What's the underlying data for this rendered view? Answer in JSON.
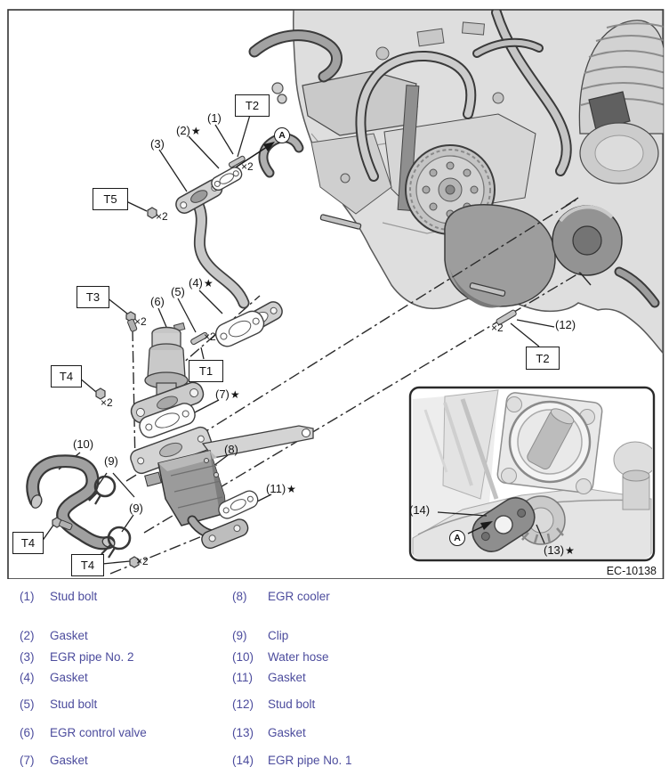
{
  "figure": {
    "code": "EC-10138",
    "view_marker": "A",
    "qty2": "×2",
    "star": "★",
    "tool_boxes": {
      "t1": "T1",
      "t2": "T2",
      "t3": "T3",
      "t4": "T4",
      "t5": "T5"
    },
    "part_numbers": {
      "n1": "(1)",
      "n2": "(2)",
      "n3": "(3)",
      "n4": "(4)",
      "n5": "(5)",
      "n6": "(6)",
      "n7": "(7)",
      "n8": "(8)",
      "n9": "(9)",
      "n10": "(10)",
      "n11": "(11)",
      "n12": "(12)",
      "n13": "(13)",
      "n14": "(14)"
    }
  },
  "legend": {
    "left": [
      {
        "num": "(1)",
        "name": "Stud bolt"
      },
      {
        "num": "(2)",
        "name": "Gasket"
      },
      {
        "num": "(3)",
        "name": "EGR pipe No. 2"
      },
      {
        "num": "(4)",
        "name": "Gasket"
      },
      {
        "num": "(5)",
        "name": "Stud bolt"
      },
      {
        "num": "(6)",
        "name": "EGR control valve"
      },
      {
        "num": "(7)",
        "name": "Gasket"
      }
    ],
    "right": [
      {
        "num": "(8)",
        "name": "EGR cooler"
      },
      {
        "num": "(9)",
        "name": "Clip"
      },
      {
        "num": "(10)",
        "name": "Water hose"
      },
      {
        "num": "(11)",
        "name": "Gasket"
      },
      {
        "num": "(12)",
        "name": "Stud bolt"
      },
      {
        "num": "(13)",
        "name": "Gasket"
      },
      {
        "num": "(14)",
        "name": "EGR pipe No. 1"
      }
    ]
  },
  "colors": {
    "legend_text": "#4c4c9d",
    "line": "#222222",
    "accent": "#1a1a1a"
  }
}
